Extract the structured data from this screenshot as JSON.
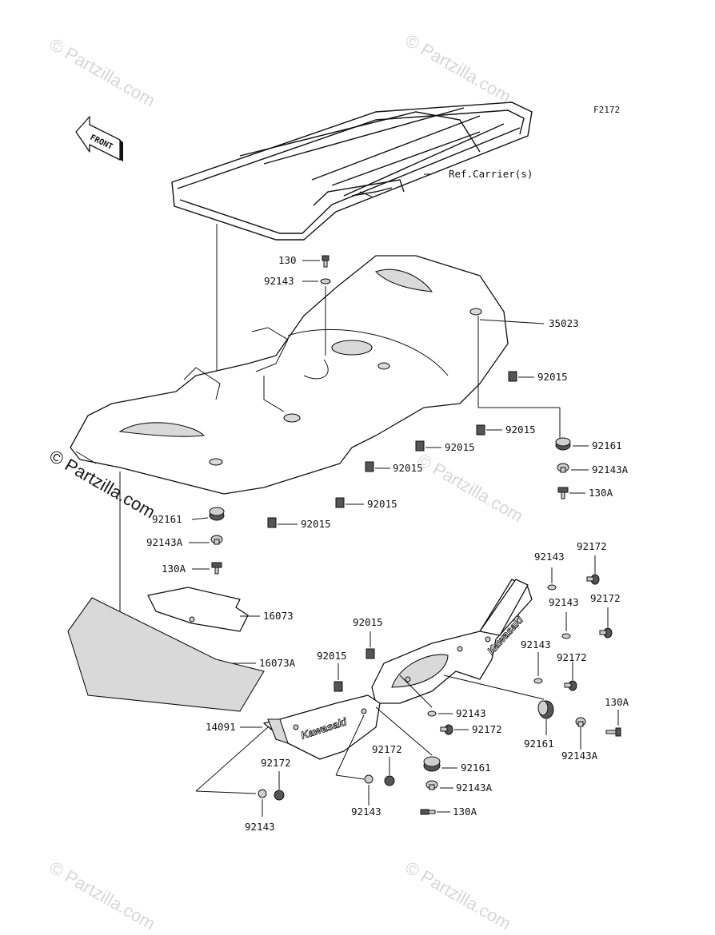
{
  "figure_code": "F2172",
  "front_label": "FRONT",
  "brand_text": "Kawasaki",
  "watermarks": {
    "corner": "© Partzilla.com",
    "main": "© Partzilla.com"
  },
  "callouts": {
    "ref_carrier": "Ref.Carrier(s)",
    "p130_top": "130",
    "p92143_top": "92143",
    "p35023": "35023",
    "p92015_a": "92015",
    "p92015_b": "92015",
    "p92015_c": "92015",
    "p92015_d": "92015",
    "p92015_e": "92015",
    "p92015_f": "92015",
    "p92161_r": "92161",
    "p92143A_r": "92143A",
    "p130A_r": "130A",
    "p92161_l": "92161",
    "p92143A_l": "92143A",
    "p130A_l": "130A",
    "p16073": "16073",
    "p16073A": "16073A",
    "p92143_g1": "92143",
    "p92172_g1": "92172",
    "p92143_g2": "92143",
    "p92172_g2": "92172",
    "p92143_g3": "92143",
    "p92172_g3": "92172",
    "p92015_g": "92015",
    "p92015_h": "92015",
    "p92143_m": "92143",
    "p92172_m": "92172",
    "p92161_m": "92161",
    "p92143A_m": "92143A",
    "p130A_m": "130A",
    "p92161_rr": "92161",
    "p130A_rr": "130A",
    "p92143A_rr": "92143A",
    "p14091": "14091",
    "p92172_b1": "92172",
    "p92143_b1": "92143",
    "p92172_b2": "92172",
    "p92143_b2": "92143"
  }
}
